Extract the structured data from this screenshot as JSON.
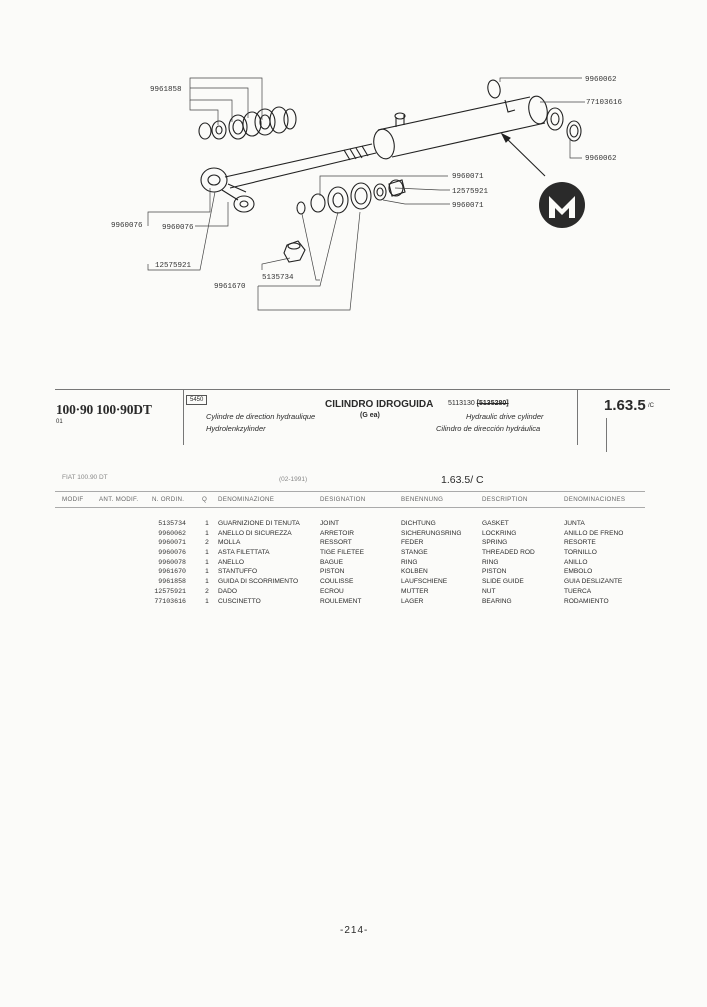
{
  "diagram": {
    "callouts": [
      "9960062",
      "77103616",
      "9960062",
      "9961858",
      "9960071",
      "12575921",
      "9960071",
      "9960076",
      "9960076",
      "12575921",
      "5135734",
      "9961670"
    ]
  },
  "header": {
    "model": "100·90 100·90DT",
    "model_sub": "01",
    "code_box": "5450",
    "title_it": "CILINDRO IDROGUIDA",
    "title_fr": "Cylindre de direction hydraulique",
    "title_de": "Hydrolenkzylinder",
    "title_gen": "(G ea)",
    "title_ref": "5113130",
    "title_ref_old": "[5135280]",
    "title_en": "Hydraulic drive cylinder",
    "title_es": "Cilindro de dirección hydráulica",
    "section": "1.63.5",
    "section_suffix": "/C"
  },
  "subheader": {
    "left": "FIAT 100.90 DT",
    "mid": "(02-1991)",
    "section": "1.63.5/ C"
  },
  "columns": [
    "MODIF",
    "ANT. MODIF.",
    "N. ORDIN.",
    "Q",
    "DENOMINAZIONE",
    "DESIGNATION",
    "BENENNUNG",
    "DESCRIPTION",
    "DENOMINACIONES"
  ],
  "parts": [
    {
      "num": "5135734",
      "q": "1",
      "it": "GUARNIZIONE DI TENUTA",
      "fr": "JOINT",
      "de": "DICHTUNG",
      "en": "GASKET",
      "es": "JUNTA"
    },
    {
      "num": "9960062",
      "q": "1",
      "it": "ANELLO DI SICUREZZA",
      "fr": "ARRETOIR",
      "de": "SICHERUNGSRING",
      "en": "LOCKRING",
      "es": "ANILLO DE FRENO"
    },
    {
      "num": "9960071",
      "q": "2",
      "it": "MOLLA",
      "fr": "RESSORT",
      "de": "FEDER",
      "en": "SPRING",
      "es": "RESORTE"
    },
    {
      "num": "9960076",
      "q": "1",
      "it": "ASTA FILETTATA",
      "fr": "TIGE FILETEE",
      "de": "STANGE",
      "en": "THREADED ROD",
      "es": "TORNILLO"
    },
    {
      "num": "9960078",
      "q": "1",
      "it": "ANELLO",
      "fr": "BAGUE",
      "de": "RING",
      "en": "RING",
      "es": "ANILLO"
    },
    {
      "num": "9961670",
      "q": "1",
      "it": "STANTUFFO",
      "fr": "PISTON",
      "de": "KOLBEN",
      "en": "PISTON",
      "es": "EMBOLO"
    },
    {
      "num": "9961858",
      "q": "1",
      "it": "GUIDA DI SCORRIMENTO",
      "fr": "COULISSE",
      "de": "LAUFSCHIENE",
      "en": "SLIDE GUIDE",
      "es": "GUIA DESLIZANTE"
    },
    {
      "num": "12575921",
      "q": "2",
      "it": "DADO",
      "fr": "ECROU",
      "de": "MUTTER",
      "en": "NUT",
      "es": "TUERCA"
    },
    {
      "num": "77103616",
      "q": "1",
      "it": "CUSCINETTO",
      "fr": "ROULEMENT",
      "de": "LAGER",
      "en": "BEARING",
      "es": "RODAMIENTO"
    }
  ],
  "page_number": "-214-"
}
